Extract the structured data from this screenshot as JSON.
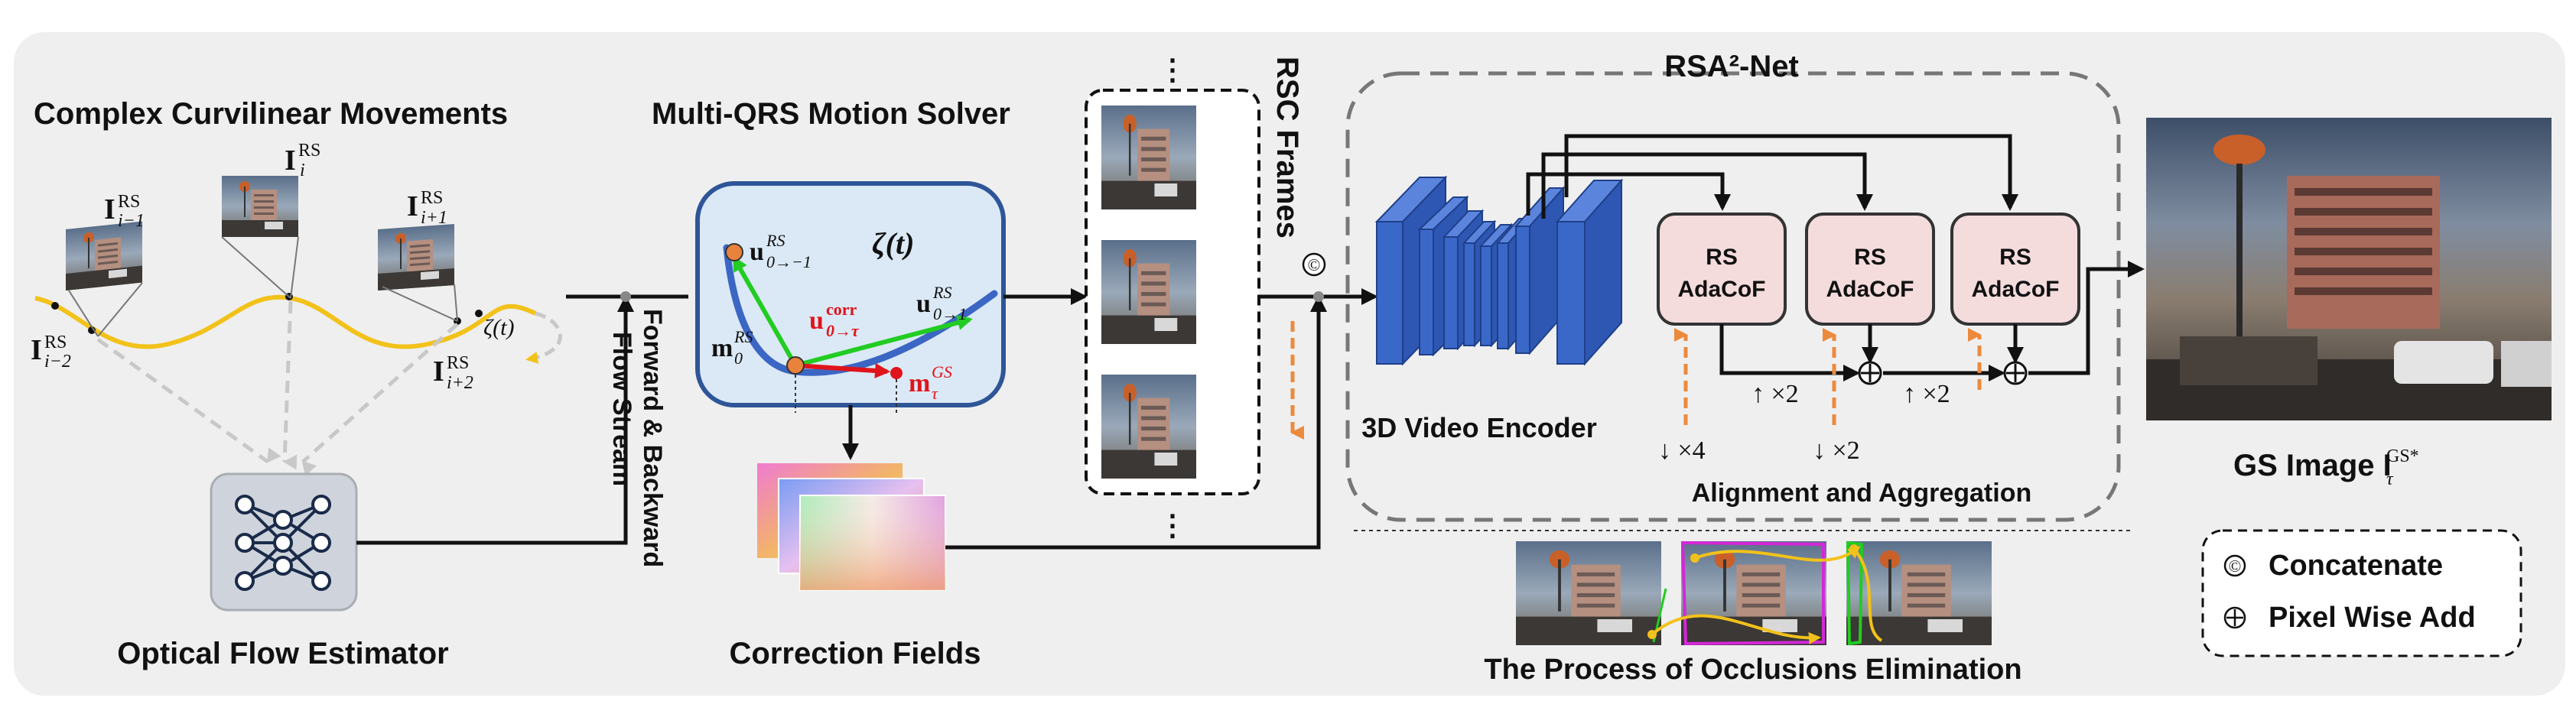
{
  "sections": {
    "curvilinear_title": "Complex Curvilinear Movements",
    "solver_title": "Multi-QRS Motion Solver",
    "rsc_frames_label": "RSC Frames",
    "net_title": "RSA²-Net",
    "encoder_label": "3D Video Encoder",
    "align_label": "Alignment and Aggregation",
    "flow_estimator_label": "Optical Flow Estimator",
    "flow_stream_label_1": "Forward & Backward",
    "flow_stream_label_2": "Flow Stream",
    "correction_label": "Correction Fields",
    "occlusion_label": "The Process of Occlusions Elimination",
    "gs_label": "GS Image I",
    "gs_label_sub": "τ",
    "gs_label_sup": "GS*"
  },
  "frames": [
    {
      "base": "I",
      "sup": "RS",
      "sub": "i−2"
    },
    {
      "base": "I",
      "sup": "RS",
      "sub": "i−1"
    },
    {
      "base": "I",
      "sup": "RS",
      "sub": "i"
    },
    {
      "base": "I",
      "sup": "RS",
      "sub": "i+1"
    },
    {
      "base": "I",
      "sup": "RS",
      "sub": "i+2"
    }
  ],
  "curve_label": "ζ(t)",
  "solver_curve_label": "ζ(t)",
  "solver_points": {
    "u_back": {
      "base": "u",
      "sub": "0→−1",
      "sup": "RS"
    },
    "u_fwd": {
      "base": "u",
      "sub": "0→1",
      "sup": "RS"
    },
    "m0": {
      "base": "m",
      "sub": "0",
      "sup": "RS"
    },
    "u_corr": {
      "base": "u",
      "sub": "0→τ",
      "sup": "corr"
    },
    "m_tau": {
      "base": "m",
      "sub": "τ",
      "sup": "GS"
    }
  },
  "adacof_blocks": [
    {
      "line1": "RS",
      "line2": "AdaCoF"
    },
    {
      "line1": "RS",
      "line2": "AdaCoF"
    },
    {
      "line1": "RS",
      "line2": "AdaCoF"
    }
  ],
  "scale_labels": {
    "down4": "↓ ×4",
    "down2": "↓ ×2",
    "up2_a": "↑ ×2",
    "up2_b": "↑ ×2"
  },
  "legend": {
    "concat_symbol": "©",
    "concat_label": "Concatenate",
    "add_symbol": "⊕",
    "add_label": "Pixel Wise Add"
  },
  "ellipsis": "⋮",
  "colors": {
    "panel_bg": "#efefef",
    "solver_bg": "#dbe9f6",
    "solver_border": "#2e5597",
    "curve_blue": "#3c66c4",
    "encoder_blue": "#3a68c8",
    "adacof_fill": "#f4dcdc",
    "arrow_green": "#22cc22",
    "arrow_red": "#e0141b",
    "arrow_orange": "#ec8a3c",
    "trajectory_yellow": "#f2c21a",
    "point_orange": "#e8823c"
  }
}
